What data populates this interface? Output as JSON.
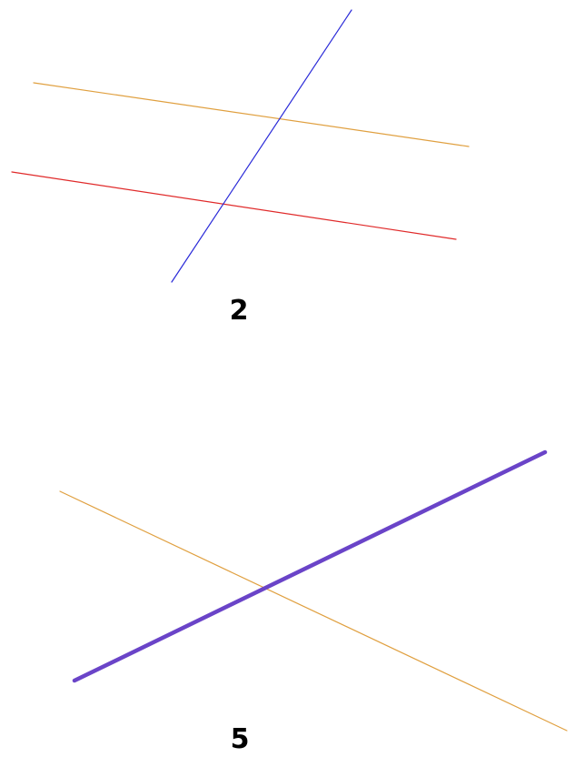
{
  "colors": {
    "background": "#ffffff",
    "orange": "#e0a040",
    "blue": "#2a2ad8",
    "red": "#e02a2a",
    "purple": "#6a44c8",
    "label": "#000000"
  },
  "figures": [
    {
      "label": "2",
      "lines": [
        {
          "color_key": "orange"
        },
        {
          "color_key": "blue"
        },
        {
          "color_key": "red"
        }
      ]
    },
    {
      "label": "5",
      "lines": [
        {
          "color_key": "orange"
        },
        {
          "color_key": "purple"
        }
      ]
    }
  ]
}
